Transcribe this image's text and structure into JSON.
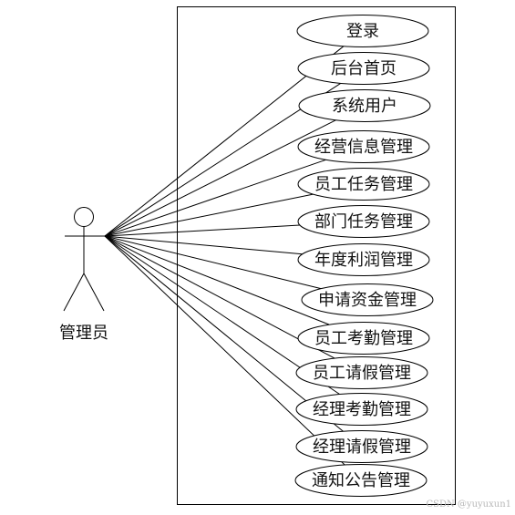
{
  "actor": {
    "label": "管理员"
  },
  "use_cases": [
    {
      "label": "登录"
    },
    {
      "label": "后台首页"
    },
    {
      "label": "系统用户"
    },
    {
      "label": "经营信息管理"
    },
    {
      "label": "员工任务管理"
    },
    {
      "label": "部门任务管理"
    },
    {
      "label": "年度利润管理"
    },
    {
      "label": "申请资金管理"
    },
    {
      "label": "员工考勤管理"
    },
    {
      "label": "员工请假管理"
    },
    {
      "label": "经理考勤管理"
    },
    {
      "label": "经理请假管理"
    },
    {
      "label": "通知公告管理"
    }
  ],
  "watermark": "CSDN @yuyuxun1",
  "colors": {
    "stroke": "#000000",
    "fill": "#ffffff"
  }
}
